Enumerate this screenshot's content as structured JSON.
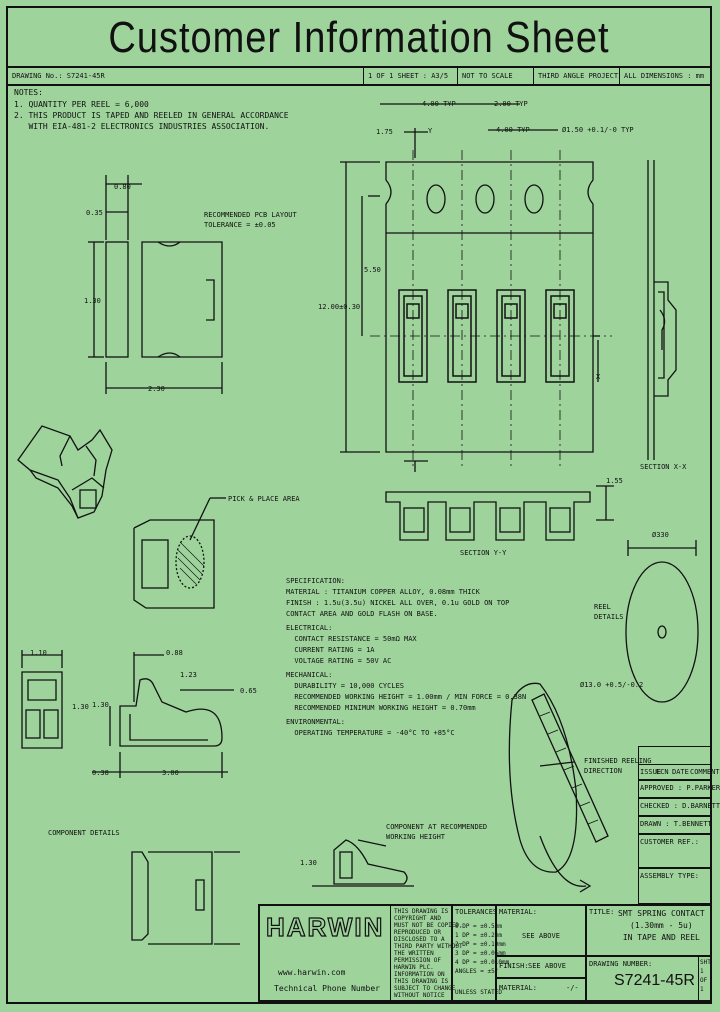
{
  "title": "Customer Information Sheet",
  "header": {
    "drawing_no": "DRAWING No.: S7241-45R",
    "sheet": "1 OF 1 SHEET : A3/5",
    "scale": "NOT TO SCALE",
    "projection": "THIRD ANGLE PROJECTION",
    "dimensions": "ALL DIMENSIONS : mm"
  },
  "notes": {
    "heading": "NOTES:",
    "lines": [
      "1. QUANTITY PER REEL = 6,000",
      "2. THIS PRODUCT IS TAPED AND REELED IN GENERAL ACCORDANCE",
      "   WITH EIA-481-2 ELECTRONICS INDUSTRIES ASSOCIATION."
    ]
  },
  "dims": {
    "tape_pitch": "4.00 TYP",
    "hole_pitch": "2.00 TYP",
    "pocket_pitch": "4.00 TYP",
    "hole_dia": "Ø1.50 +0.1/-0 TYP",
    "edge": "1.75",
    "width": "5.50",
    "tape_width": "12.00±0.30",
    "depth": "1.55",
    "pad_w": "0.80",
    "pad_gap": "0.35",
    "pad_h": "1.30",
    "pad_total": "2.30",
    "land_label": "RECOMMENDED PCB LAYOUT\nTOLERANCE = ±0.05",
    "pick_area": "PICK & PLACE AREA",
    "comp_w": "1.10",
    "comp_h": "1.30",
    "comp_h2": "1.30",
    "comp_l": "3.00",
    "comp_a": "0.88",
    "comp_b": "0.65",
    "comp_c": "0.38",
    "comp_d": "1.23",
    "reel_dia": "Ø330",
    "hub_dia": "Ø13.0 +0.5/-0.2",
    "mount_h": "1.30"
  },
  "labels": {
    "section_xx": "SECTION X-X",
    "section_yy": "SECTION Y-Y",
    "reel_details": "REEL\nDETAILS",
    "component_details": "COMPONENT DETAILS",
    "component_mounted": "COMPONENT AT RECOMMENDED\nWORKING HEIGHT",
    "finished_reeling": "FINISHED REELING\nDIRECTION",
    "y_mark": "Y",
    "x_mark": "X"
  },
  "spec": {
    "heading": "SPECIFICATION:",
    "lines": [
      "MATERIAL : TITANIUM COPPER ALLOY, 0.08mm THICK",
      "FINISH : 1.5u(3.5u) NICKEL ALL OVER, 0.1u GOLD ON TOP",
      "CONTACT AREA AND GOLD FLASH ON BASE.",
      "ELECTRICAL:",
      "  CONTACT RESISTANCE = 50mΩ MAX",
      "  CURRENT RATING = 1A",
      "  VOLTAGE RATING = 50V AC",
      "MECHANICAL:",
      "  DURABILITY = 10,000 CYCLES",
      "  RECOMMENDED WORKING HEIGHT = 1.00mm / MIN FORCE = 0.38N",
      "  RECOMMENDED MINIMUM WORKING HEIGHT = 0.70mm",
      "ENVIRONMENTAL:",
      "  OPERATING TEMPERATURE = -40°C TO +85°C"
    ]
  },
  "revision": {
    "cols": [
      "ISSUE",
      "ECN",
      "DATE",
      "COMMENT"
    ],
    "rows": [
      "APPROVED : P.PARKER",
      "CHECKED : D.BARNETT",
      "DRAWN : T.BENNETT",
      "CUSTOMER REF.:",
      "ASSEMBLY TYPE:"
    ]
  },
  "titleblock": {
    "logo": "HARWIN",
    "web": "www.harwin.com",
    "tech": "Technical Phone Number",
    "copyright": "THIS DRAWING IS\nCOPYRIGHT AND\nMUST NOT BE COPIED,\nREPRODUCED OR\nDISCLOSED TO A\nTHIRD PARTY WITHOUT\nTHE WRITTEN\nPERMISSION OF\nHARWIN PLC.\nINFORMATION ON\nTHIS DRAWING IS\nSUBJECT TO CHANGE\nWITHOUT NOTICE",
    "tolerances_head": "TOLERANCES",
    "tolerances": "0 DP = ±0.5mm\n1 DP = ±0.2mm\n2 DP = ±0.10mm\n3 DP = ±0.05mm\n4 DP = ±0.010mm\nANGLES = ±5°",
    "unless": "UNLESS STATED",
    "material_label": "MATERIAL:",
    "material_val": "SEE ABOVE",
    "finish_label": "FINISH:",
    "finish_val": "SEE ABOVE",
    "material2_label": "MATERIAL:",
    "material2_val": "-/-",
    "title_label": "TITLE:",
    "title_val": "SMT SPRING CONTACT\n(1.30mm - 5u)\nIN TAPE AND REEL",
    "drawing_label": "DRAWING NUMBER:",
    "drawing_val": "S7241-45R",
    "sheet_val": "SHT\n1\nOF\n1"
  }
}
